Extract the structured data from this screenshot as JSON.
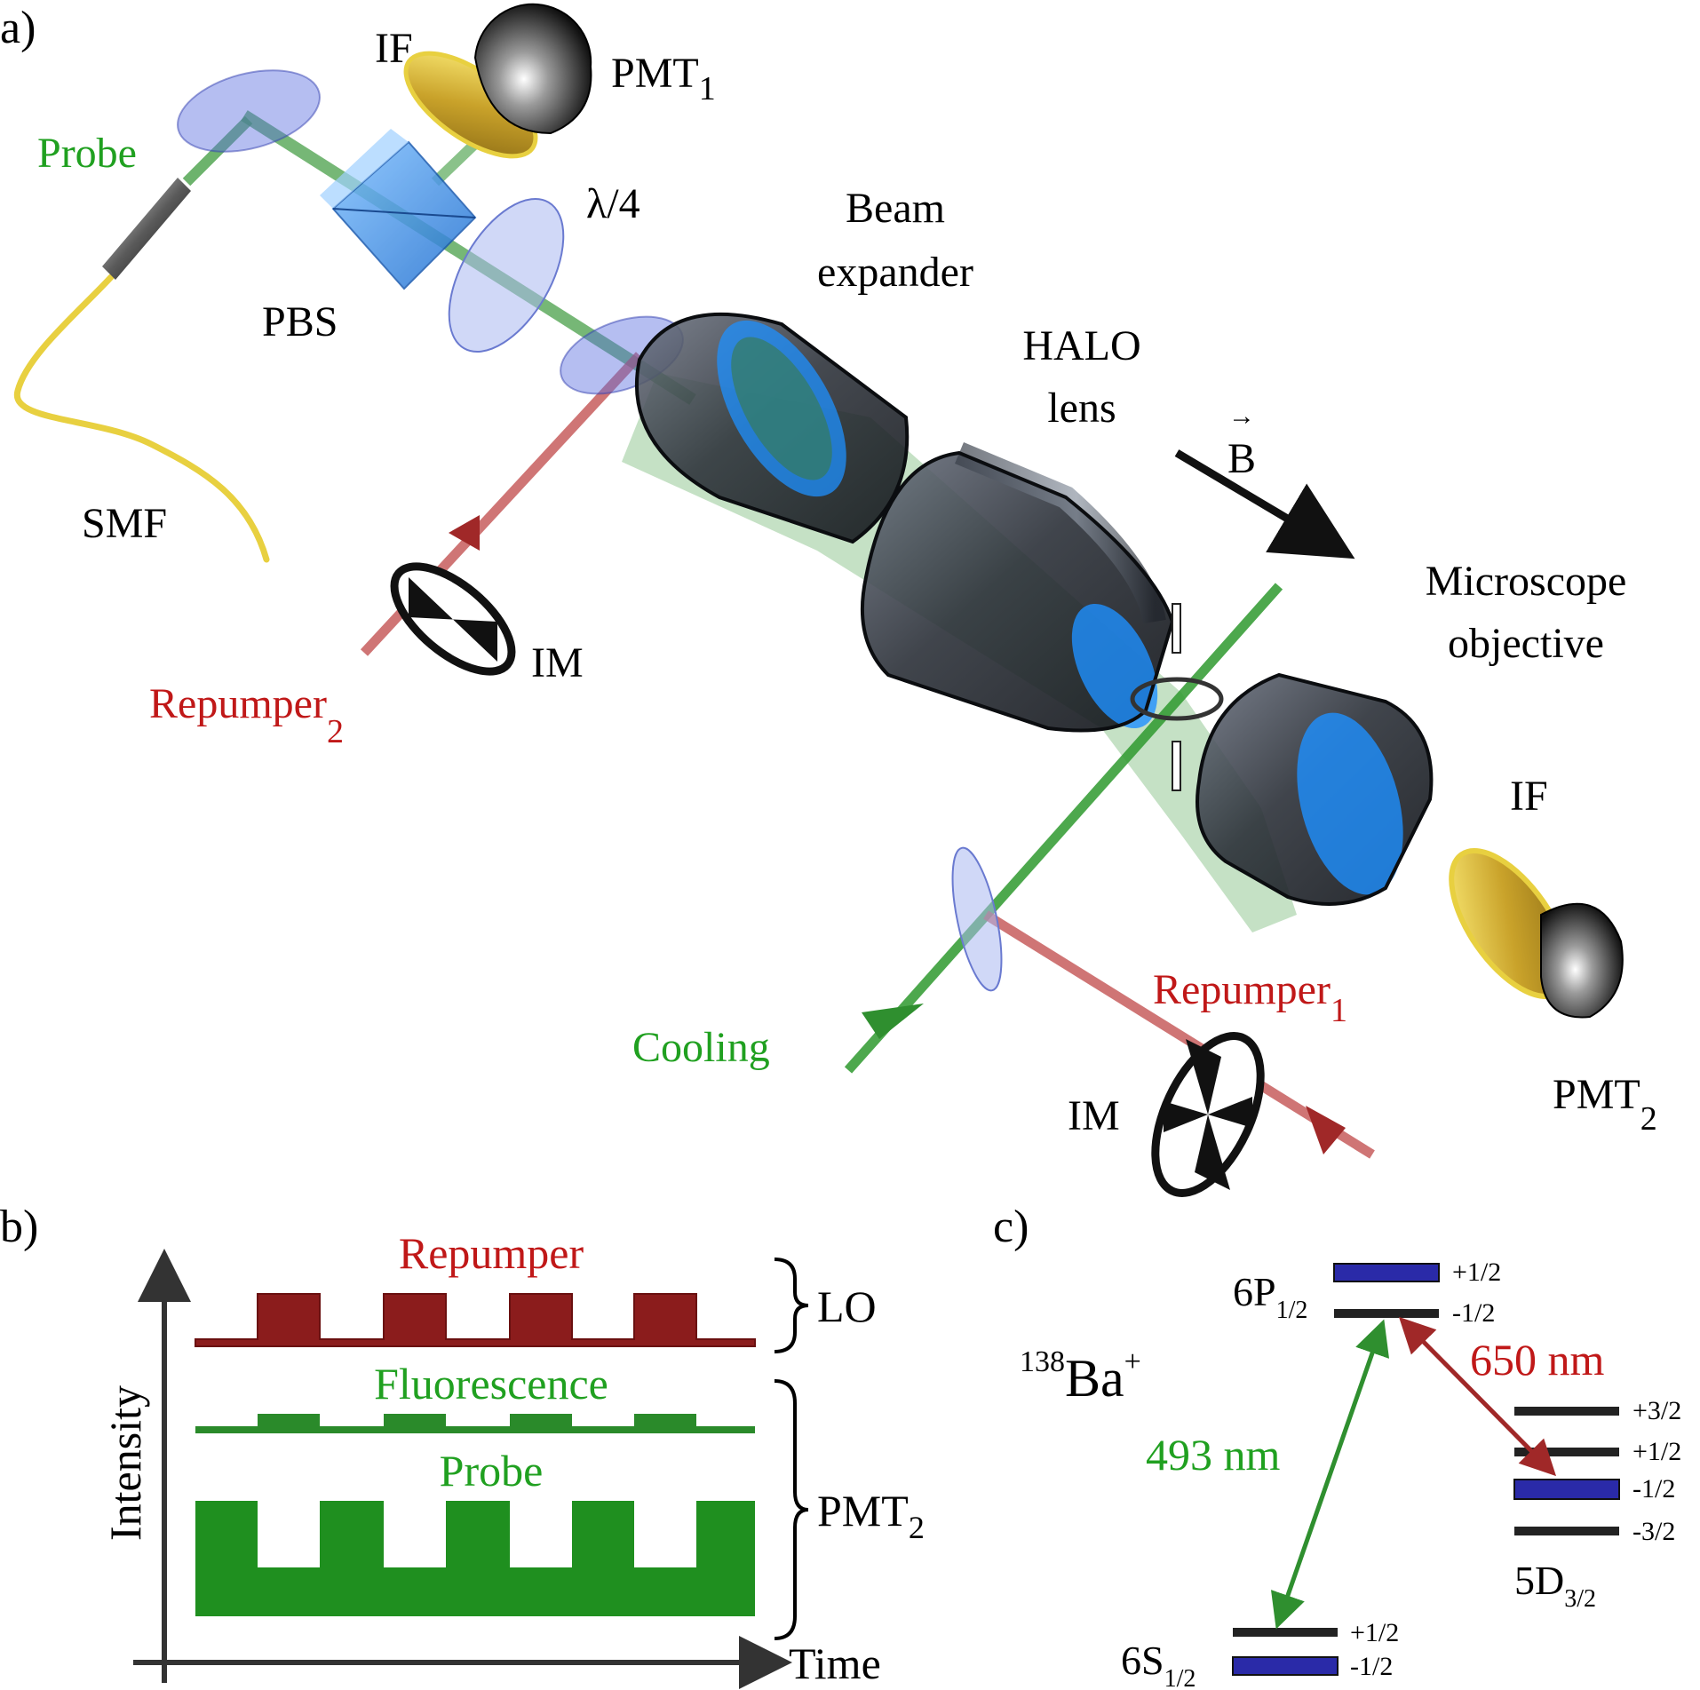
{
  "panel_a": {
    "panel_label": "a)",
    "probe": "Probe",
    "if_top": "IF",
    "pmt1_base": "PMT",
    "pmt1_sub": "1",
    "lambda4": "λ/4",
    "pbs": "PBS",
    "beam_expander_1": "Beam",
    "beam_expander_2": "expander",
    "halo_1": "HALO",
    "halo_2": "lens",
    "b_field": "B",
    "smf": "SMF",
    "im_left": "IM",
    "repumper2_base": "Repumper",
    "repumper2_sub": "2",
    "microscope_1": "Microscope",
    "microscope_2": "objective",
    "if_right": "IF",
    "cooling": "Cooling",
    "repumper1_base": "Repumper",
    "repumper1_sub": "1",
    "im_right": "IM",
    "pmt2_base": "PMT",
    "pmt2_sub": "2"
  },
  "panel_b": {
    "panel_label": "b)",
    "y_axis": "Intensity",
    "x_axis": "Time",
    "trace_repumper": "Repumper",
    "trace_fluorescence": "Fluorescence",
    "trace_probe": "Probe",
    "brace_lo": "LO",
    "brace_pmt_base": "PMT",
    "brace_pmt_sub": "2"
  },
  "panel_c": {
    "panel_label": "c)",
    "ion_mass": "138",
    "ion_symbol": "Ba",
    "ion_charge": "+",
    "p_state_base": "6P",
    "p_state_sub": "1/2",
    "s_state_base": "6S",
    "s_state_sub": "1/2",
    "d_state_base": "5D",
    "d_state_sub": "3/2",
    "wl_493": "493 nm",
    "wl_650": "650 nm",
    "p_sublevels": [
      "+1/2",
      "-1/2"
    ],
    "s_sublevels": [
      "+1/2",
      "-1/2"
    ],
    "d_sublevels": [
      "+3/2",
      "+1/2",
      "-1/2",
      "-3/2"
    ]
  },
  "colors": {
    "green_label": "#20a020",
    "red_label": "#c01818",
    "green_beam": "#2f8f2f",
    "red_beam": "#a02828",
    "optic_blue": "#2a7fe0",
    "level_blue": "#2a2aa8"
  }
}
